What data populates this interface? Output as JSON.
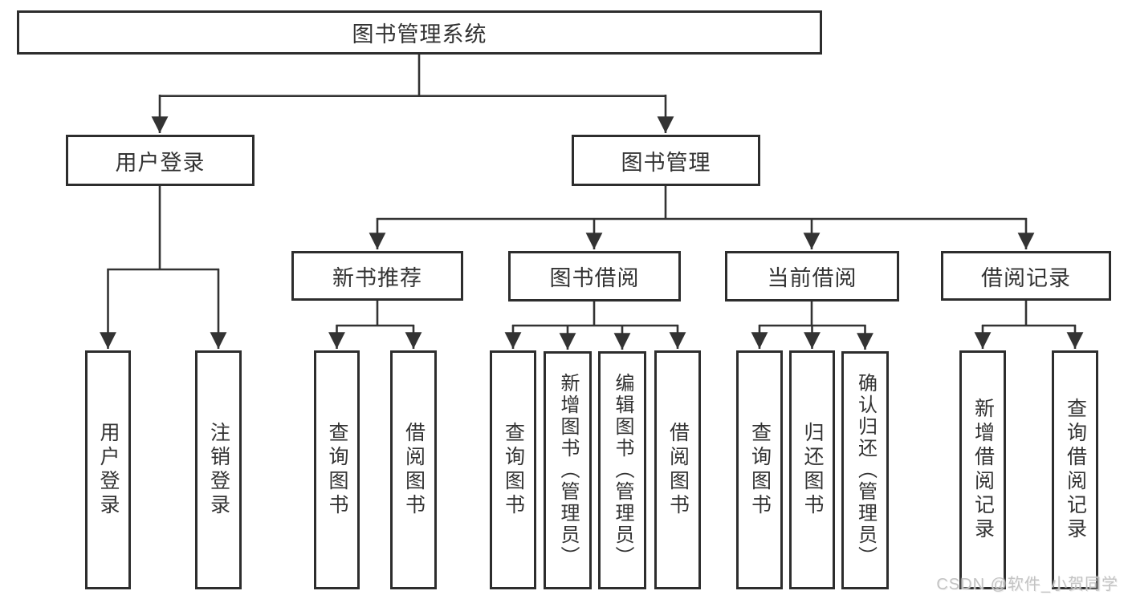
{
  "tree": {
    "label": "图书管理系统",
    "children": [
      {
        "label": "用户登录",
        "children": [
          {
            "label": "用户登录"
          },
          {
            "label": "注销登录"
          }
        ]
      },
      {
        "label": "图书管理",
        "children": [
          {
            "label": "新书推荐",
            "children": [
              {
                "label": "查询图书"
              },
              {
                "label": "借阅图书"
              }
            ]
          },
          {
            "label": "图书借阅",
            "children": [
              {
                "label": "查询图书"
              },
              {
                "label": "新增图书（管理员）"
              },
              {
                "label": "编辑图书（管理员）"
              },
              {
                "label": "借阅图书"
              }
            ]
          },
          {
            "label": "当前借阅",
            "children": [
              {
                "label": "查询图书"
              },
              {
                "label": "归还图书"
              },
              {
                "label": "确认归还（管理员）"
              }
            ]
          },
          {
            "label": "借阅记录",
            "children": [
              {
                "label": "新增借阅记录"
              },
              {
                "label": "查询借阅记录"
              }
            ]
          }
        ]
      }
    ]
  },
  "watermark": {
    "text": "CSDN @软件_小贺同学"
  },
  "colors": {
    "background": "#ffffff",
    "line": "#333333",
    "box_border": "#2d2d2d",
    "text": "#333333",
    "watermark": "#c3c3c3"
  }
}
